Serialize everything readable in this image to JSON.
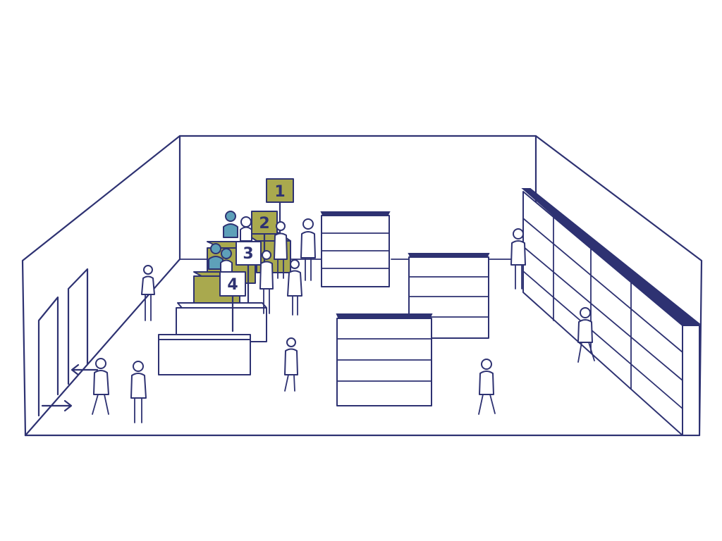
{
  "lanes": [
    {
      "number": "1"
    },
    {
      "number": "2"
    },
    {
      "number": "3"
    },
    {
      "number": "4"
    }
  ],
  "colors": {
    "line": "#2e3272",
    "lane_sign": "#a9a94e",
    "counter_green": "#a9a94e",
    "cashier": "#5ea0b9",
    "background": "#ffffff"
  },
  "icons": {
    "entrance_arrow": "arrow-right-icon",
    "exit_arrow": "arrow-left-icon"
  }
}
